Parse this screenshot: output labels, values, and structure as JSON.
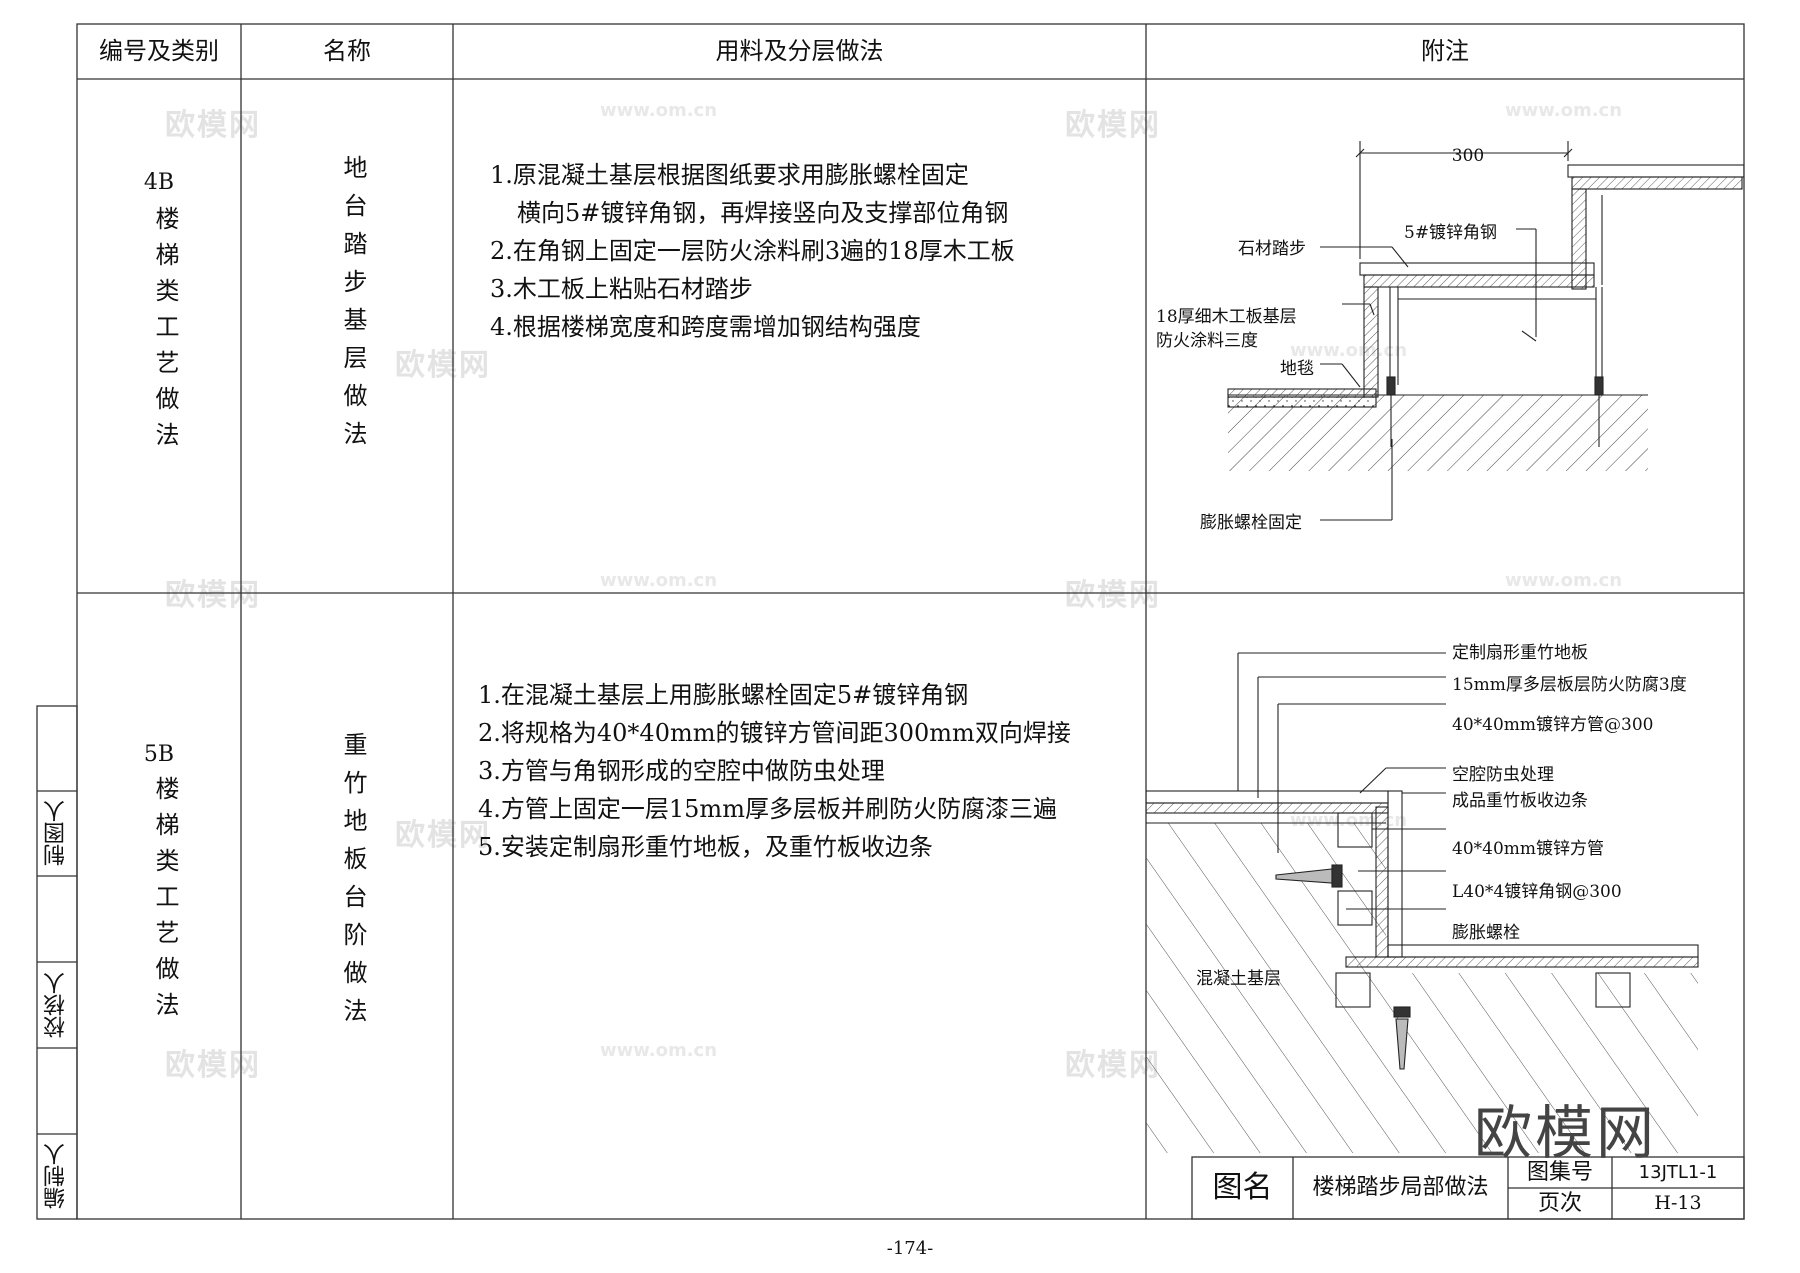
{
  "table": {
    "headers": [
      "编号及类别",
      "名称",
      "用料及分层做法",
      "附注"
    ],
    "rows": [
      {
        "code": "4B",
        "category": "楼梯类工艺做法",
        "name": "地台踏步基层做法",
        "steps": [
          "1.原混凝土基层根据图纸要求用膨胀螺栓固定",
          "横向5#镀锌角钢，再焊接竖向及支撑部位角钢",
          "2.在角钢上固定一层防火涂料刷3遍的18厚木工板",
          "3.木工板上粘贴石材踏步",
          "4.根据楼梯宽度和跨度需增加钢结构强度"
        ],
        "diagram": {
          "dimension": "300",
          "labels": {
            "stone_tread": "石材踏步",
            "angle_steel": "5#镀锌角钢",
            "board_1": "18厚细木工板基层",
            "board_2": "防火涂料三度",
            "carpet": "地毯",
            "bolt": "膨胀螺栓固定"
          }
        }
      },
      {
        "code": "5B",
        "category": "楼梯类工艺做法",
        "name": "重竹地板台阶做法",
        "steps": [
          "1.在混凝土基层上用膨胀螺栓固定5#镀锌角钢",
          "2.将规格为40*40mm的镀锌方管间距300mm双向焊接",
          "3.方管与角钢形成的空腔中做防虫处理",
          "4.方管上固定一层15mm厚多层板并刷防火防腐漆三遍",
          "5.安装定制扇形重竹地板，及重竹板收边条"
        ],
        "diagram": {
          "labels": {
            "floor": "定制扇形重竹地板",
            "plywood": "15mm厚多层板层防火防腐3度",
            "tube_top": "40*40mm镀锌方管@300",
            "insect": "空腔防虫处理",
            "edge": "成品重竹板收边条",
            "tube": "40*40mm镀锌方管",
            "angle": "L40*4镀锌角钢@300",
            "bolt": "膨胀螺栓",
            "concrete": "混凝土基层"
          }
        }
      }
    ]
  },
  "sidebar": [
    "制图人",
    "校核人",
    "编制人"
  ],
  "title_block": {
    "label": "图名",
    "name": "楼梯踏步局部做法",
    "atlas_label": "图集号",
    "atlas_no": "13JTL1-1",
    "page_label": "页次",
    "page_no": "H-13"
  },
  "page_number": "-174-",
  "watermark": {
    "brand": "欧模网",
    "url": "www.om.cn"
  }
}
